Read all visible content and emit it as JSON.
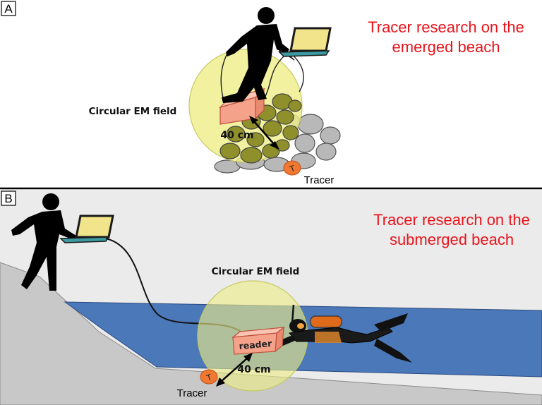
{
  "panel_a": {
    "label": "A",
    "title_line1": "Tracer research on the",
    "title_line2": "emerged beach",
    "field_label": "Circular EM field",
    "distance_label": "40 cm",
    "tracer_label": "Tracer",
    "tracer_mark": "T"
  },
  "panel_b": {
    "label": "B",
    "title_line1": "Tracer research on the",
    "title_line2": "submerged beach",
    "field_label": "Circular EM field",
    "distance_label": "40 cm",
    "reader_label": "reader",
    "tracer_label": "Tracer",
    "tracer_mark": "T"
  },
  "colors": {
    "title_red": "#e8141c",
    "em_field_fill": "#eeee88",
    "water": "#4a78b8",
    "ground": "#c8c8c8",
    "sky": "#ebebeb",
    "pebble_olive": "#8f8f2c",
    "pebble_gray": "#b8b8b8",
    "reader_box": "#f4a28a",
    "tracer_orange": "#f07830",
    "laptop_screen": "#f2e48a",
    "laptop_body": "#3a9aa0"
  }
}
